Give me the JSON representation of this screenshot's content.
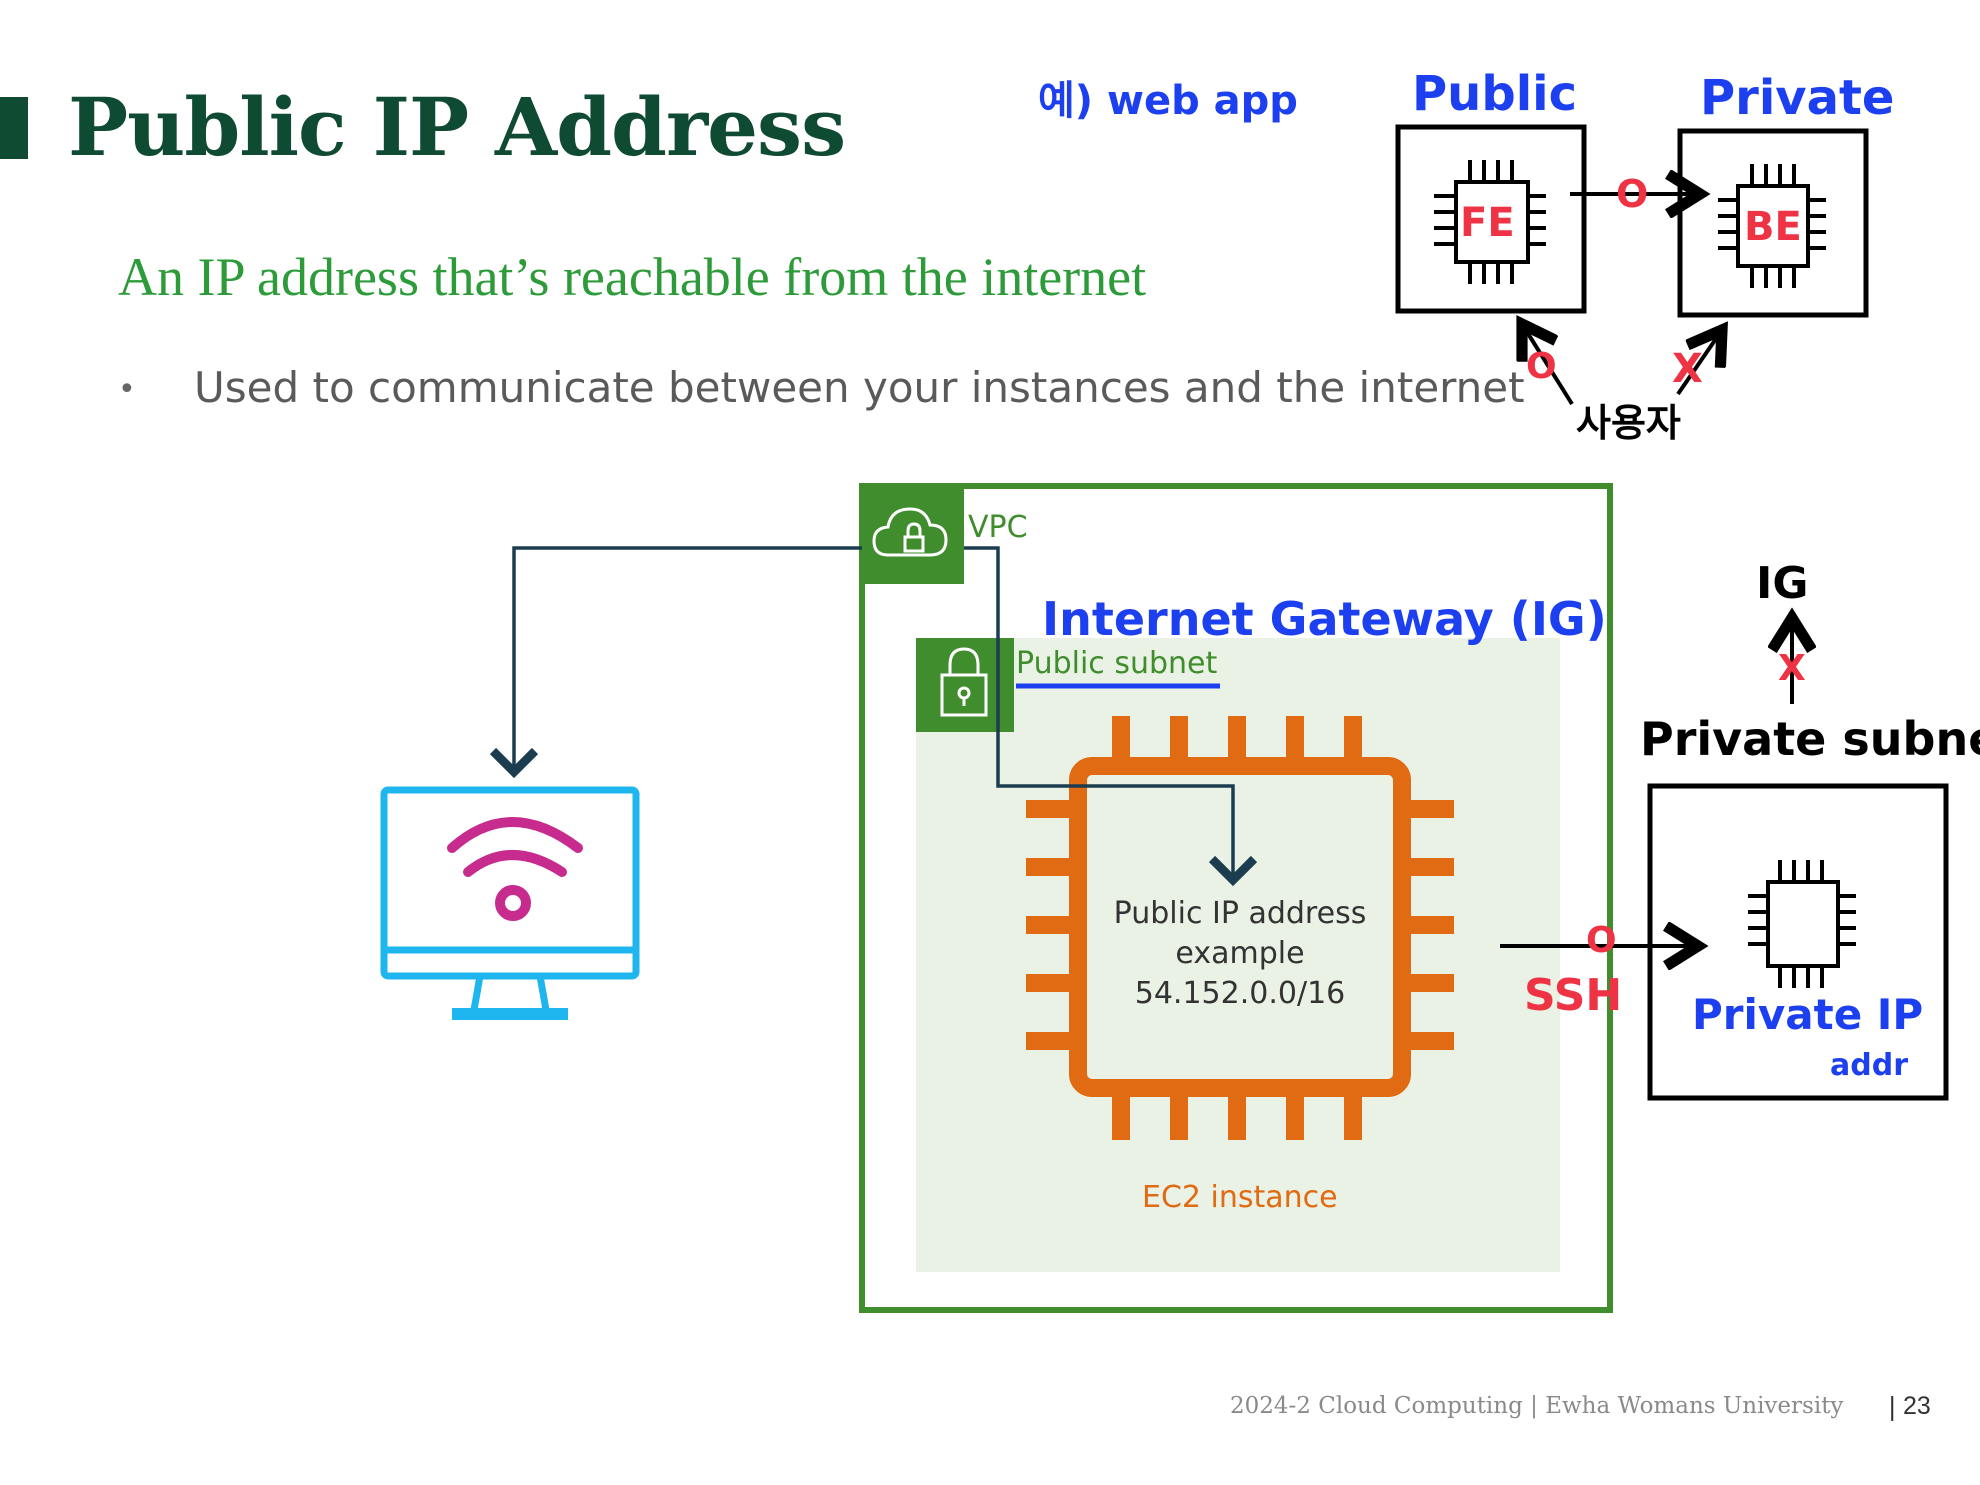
{
  "slide": {
    "title": "Public IP Address",
    "subtitle": "An IP address that’s reachable from the internet",
    "bullet_marker": "•",
    "bullet": "Used to communicate between your instances and the internet"
  },
  "diagram": {
    "vpc_label": "VPC",
    "public_subnet_label": "Public subnet",
    "ec2_text_line1": "Public IP address",
    "ec2_text_line2": "example",
    "ec2_text_line3": "54.152.0.0/16",
    "ec2_label": "EC2 instance"
  },
  "annotations": {
    "web_app": "예) web app",
    "public": "Public",
    "private": "Private",
    "fe": "FE",
    "be": "BE",
    "o_mark": "O",
    "x_mark": "X",
    "user": "사용자",
    "internet_gateway": "Internet Gateway (IG)",
    "ig": "IG",
    "private_subnet": "Private subnet",
    "ssh": "SSH",
    "private_ip": "Private IP",
    "addr": "addr"
  },
  "footer": {
    "text": "2024-2 Cloud Computing  |  Ewha Womans University",
    "divider": "|",
    "page": "23"
  },
  "colors": {
    "title": "#0f4a33",
    "subtitle": "#2d9b3a",
    "vpc_green": "#3f8d2c",
    "subnet_bg": "#e9f2e4",
    "ec2_orange": "#e06b12",
    "monitor_blue": "#1fb5ee",
    "wifi_magenta": "#c82b8e",
    "hand_blue": "#1c3ff0",
    "hand_red": "#ee3344"
  }
}
